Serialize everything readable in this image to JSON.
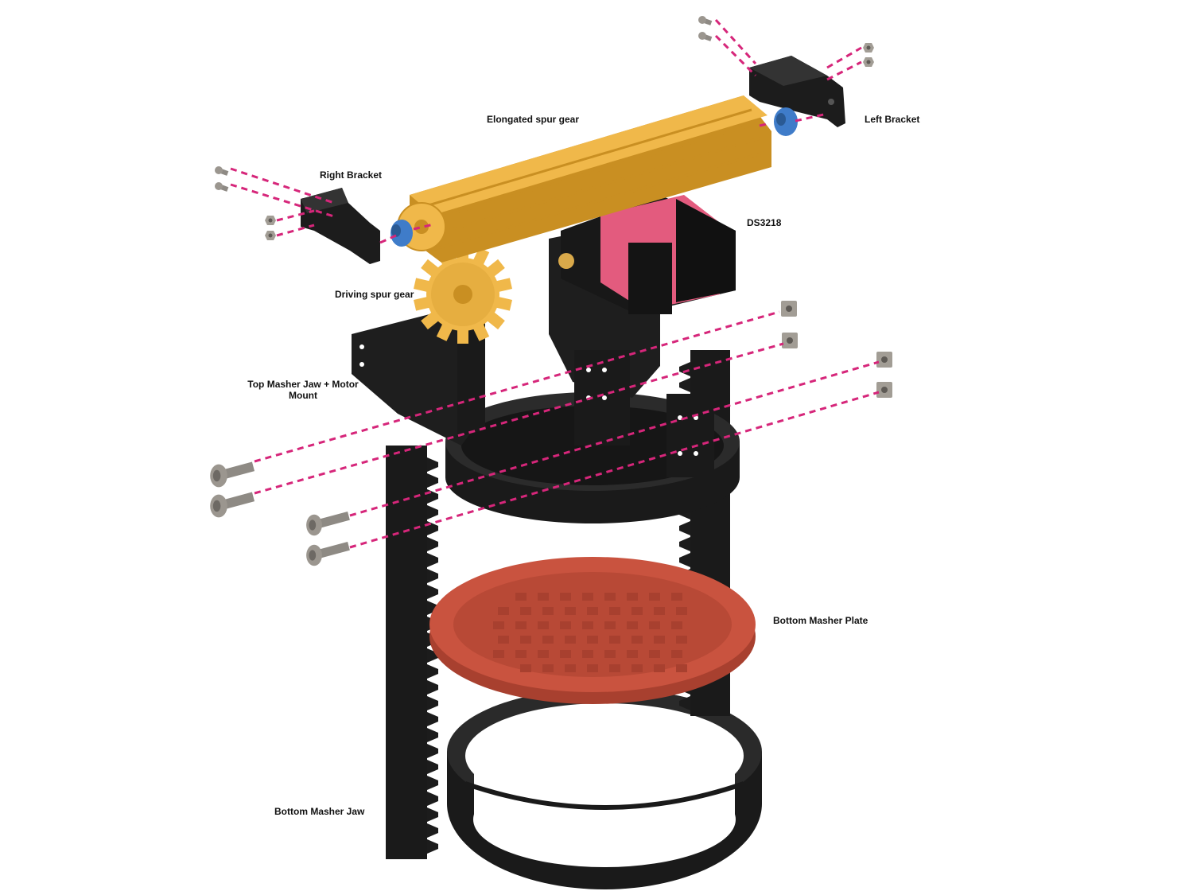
{
  "labels": {
    "elongated_spur_gear": "Elongated spur gear",
    "left_bracket": "Left Bracket",
    "right_bracket": "Right Bracket",
    "ds3218": "DS3218",
    "driving_spur_gear": "Driving spur gear",
    "top_masher_jaw_line1": "Top Masher Jaw + Motor",
    "top_masher_jaw_line2": "Mount",
    "bottom_masher_plate": "Bottom Masher Plate",
    "bottom_masher_jaw": "Bottom Masher Jaw"
  },
  "colors": {
    "part_black": "#1c1c1c",
    "part_black_light": "#2b2b2b",
    "gear_yellow": "#f0b84a",
    "gear_yellow_dark": "#c98f22",
    "servo_pink": "#e35b7e",
    "plate_red": "#c9533f",
    "plate_red_dark": "#a8402f",
    "bearing_blue": "#3f7cc9",
    "hardware_gray": "#8e8a84",
    "explode_line": "#d6267a"
  }
}
